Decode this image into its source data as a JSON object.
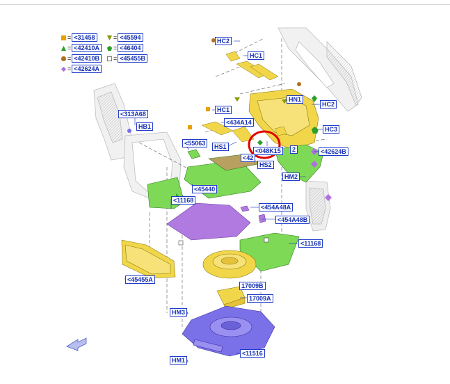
{
  "legend": [
    {
      "symbol": "square",
      "color": "#e8a000",
      "code": "<31458"
    },
    {
      "symbol": "triangle-down",
      "color": "#8a9a00",
      "code": "<45594"
    },
    {
      "symbol": "triangle-up",
      "color": "#2aa02a",
      "code": "<42410A"
    },
    {
      "symbol": "pentagon",
      "color": "#2aa02a",
      "code": "<46404"
    },
    {
      "symbol": "circle",
      "color": "#b07020",
      "code": "<42410B"
    },
    {
      "symbol": "square-outline",
      "color": "#666666",
      "code": "<45455B"
    },
    {
      "symbol": "diamond",
      "color": "#b070e0",
      "code": "<42624A"
    }
  ],
  "labels": {
    "hc2_top": "HC2",
    "hc1_top": "HC1",
    "hn1": "HN1",
    "hc2_right": "HC2",
    "hc3": "HC3",
    "l313a68": "<313A68",
    "hb1": "HB1",
    "hc1_mid": "HC1",
    "l434a14": "<434A14",
    "l55063": "<55063",
    "hs1": "HS1",
    "l048k15": "<048K15",
    "hs2_frag": "2",
    "l42624b": "<42624B",
    "l42_frag": "<42",
    "hs2": "HS2",
    "hm2": "HM2",
    "l45440": "<45440",
    "l11168_left": "<11168",
    "l454a48a": "<454A48A",
    "l454a48b": "<454A48B",
    "l11168_right": "<11168",
    "l45455a": "<45455A",
    "l17009b": "17009B",
    "l17009a": "17009A",
    "hm3": "HM3",
    "hm1": "HM1",
    "l11516": "<11516"
  },
  "colors": {
    "leader": "#1530b4",
    "callout_border": "#1e3cc8",
    "highlight_circle": "#e00000",
    "yellow_part": "#f2d64a",
    "green_part": "#7ed957",
    "purple_part": "#b07ae0",
    "blue_part": "#7a70e8",
    "ghost_part": "#d9d9d9"
  }
}
